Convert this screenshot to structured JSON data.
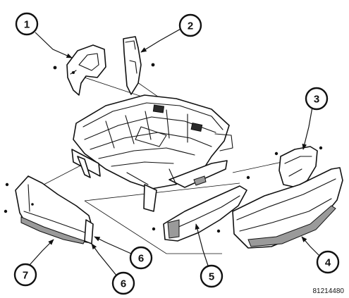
{
  "callouts": [
    {
      "id": "c1",
      "label": "1"
    },
    {
      "id": "c2",
      "label": "2"
    },
    {
      "id": "c3",
      "label": "3"
    },
    {
      "id": "c4",
      "label": "4"
    },
    {
      "id": "c5",
      "label": "5"
    },
    {
      "id": "c6a",
      "label": "6"
    },
    {
      "id": "c6b",
      "label": "6"
    },
    {
      "id": "c7",
      "label": "7"
    }
  ],
  "figure_id": "81214480"
}
